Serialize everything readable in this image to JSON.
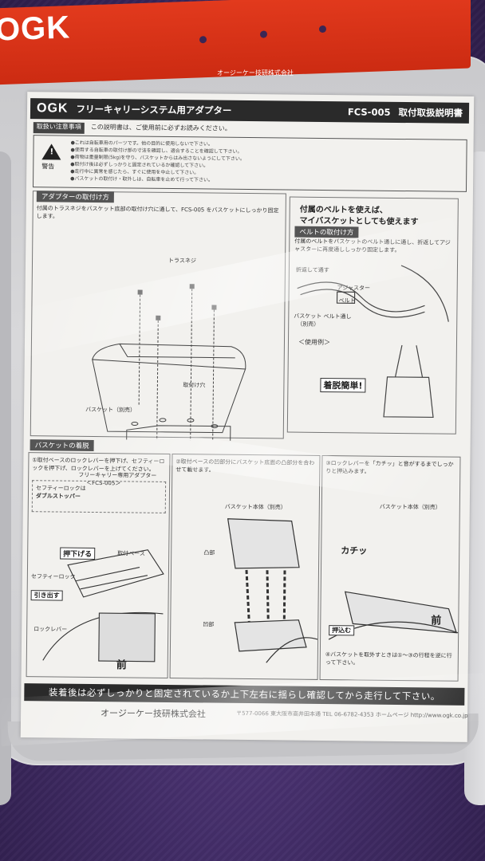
{
  "header": {
    "brand": "OGK",
    "subtext": "オージーケー技研株式会社"
  },
  "sheet": {
    "logo": "OGK",
    "title": "フリーキャリーシステム用アダプター",
    "model": "FCS-005",
    "doc_type": "取付取扱説明書",
    "notes_tag": "取扱い注意事項",
    "notes_text": "この説明書は、ご使用前に必ずお読みください。",
    "warning_label": "警告",
    "warning_lines": [
      "●これは自転車用のパーツです。他の目的に使用しないで下さい。",
      "●使用する自転車の取付け部の寸法を確認し、適合することを確認して下さい。",
      "●荷物は重量制限(5kg)を守り、バスケットからはみ出さないようにして下さい。",
      "●取付け後は必ずしっかりと固定されているか確認して下さい。",
      "●走行中に異常を感じたら、すぐに使用を中止して下さい。",
      "●バスケットの取付け・取外しは、自転車を止めて行って下さい。"
    ],
    "sec1": {
      "label": "アダプターの取付け方",
      "text": "付属のトラスネジをバスケット底部の取付け穴に通して、FCS-005 をバスケットにしっかり固定します。",
      "screw": "トラスネジ",
      "basket": "バスケット（別売）",
      "holes": "取付け穴",
      "adapter": "フリーキャリー専用アダプター",
      "adapter_model": "＜FCS-005＞"
    },
    "sec2": {
      "headline_1": "付属のベルトを使えば、",
      "headline_2": "マイバスケットとしても使えます",
      "label": "ベルトの取付け方",
      "text": "付属のベルトをバスケットのベルト通しに通し、折返してアジャスターに再度通ししっかり固定します。",
      "tag1": "折返して通す",
      "tag2": "アジャスター",
      "tag3": "ベルト",
      "tag4": "バスケット ベルト通し",
      "tag5": "（別売）",
      "usage": "＜使用例＞",
      "easy": "着脱簡単!"
    },
    "sec3": {
      "label": "バスケットの着脱",
      "step1": "①取付ベースのロックレバーを押下げ、セフティーロックを押下げ、ロックレバーを上げてください。",
      "step2": "②取付ベースの凹部分にバスケット底面の凸部分を合わせて載せます。",
      "step3": "③ロックレバーを「カチッ」と音がするまでしっかりと押込みます。",
      "note_box_1": "セフティーロックは",
      "note_box_2": "ダブルストッパー",
      "push_down": "押下げる",
      "base": "取付ベース",
      "safety": "セフティーロック",
      "pull": "引き出す",
      "lever": "ロックレバー",
      "front": "前",
      "basket_body": "バスケット本体（別売）",
      "convex": "凸部",
      "concave": "凹部",
      "click": "カチッ",
      "push_in": "押込む",
      "step4": "④バスケットを取外すときは①〜③の行程を逆に行って下さい。"
    },
    "footer": "装着後は必ずしっかりと固定されているか上下左右に揺らし確認してから走行して下さい。",
    "company": "オージーケー技研株式会社",
    "contact": "〒577-0066 東大阪市高井田本通 TEL 06-6782-4353 ホームページ http://www.ogk.co.jp"
  }
}
